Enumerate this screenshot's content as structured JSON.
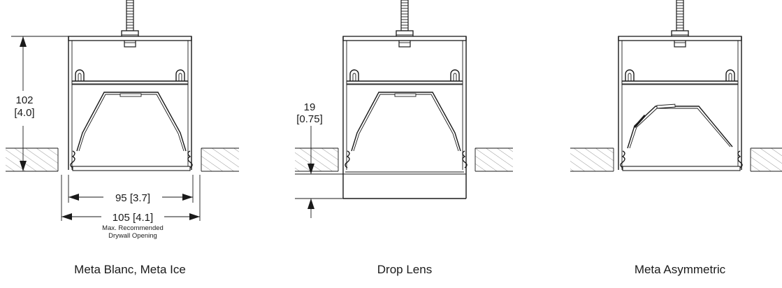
{
  "diagram": {
    "views": [
      {
        "caption": "Meta Blanc, Meta Ice",
        "dims": {
          "height_mm": "102",
          "height_in": "[4.0]",
          "inner_width": "95 [3.7]",
          "opening_width": "105 [4.1]",
          "opening_note_1": "Max. Recommended",
          "opening_note_2": "Drywall Opening"
        }
      },
      {
        "caption": "Drop Lens",
        "dims": {
          "drop_mm": "19",
          "drop_in": "[0.75]"
        }
      },
      {
        "caption": "Meta Asymmetric"
      }
    ]
  }
}
